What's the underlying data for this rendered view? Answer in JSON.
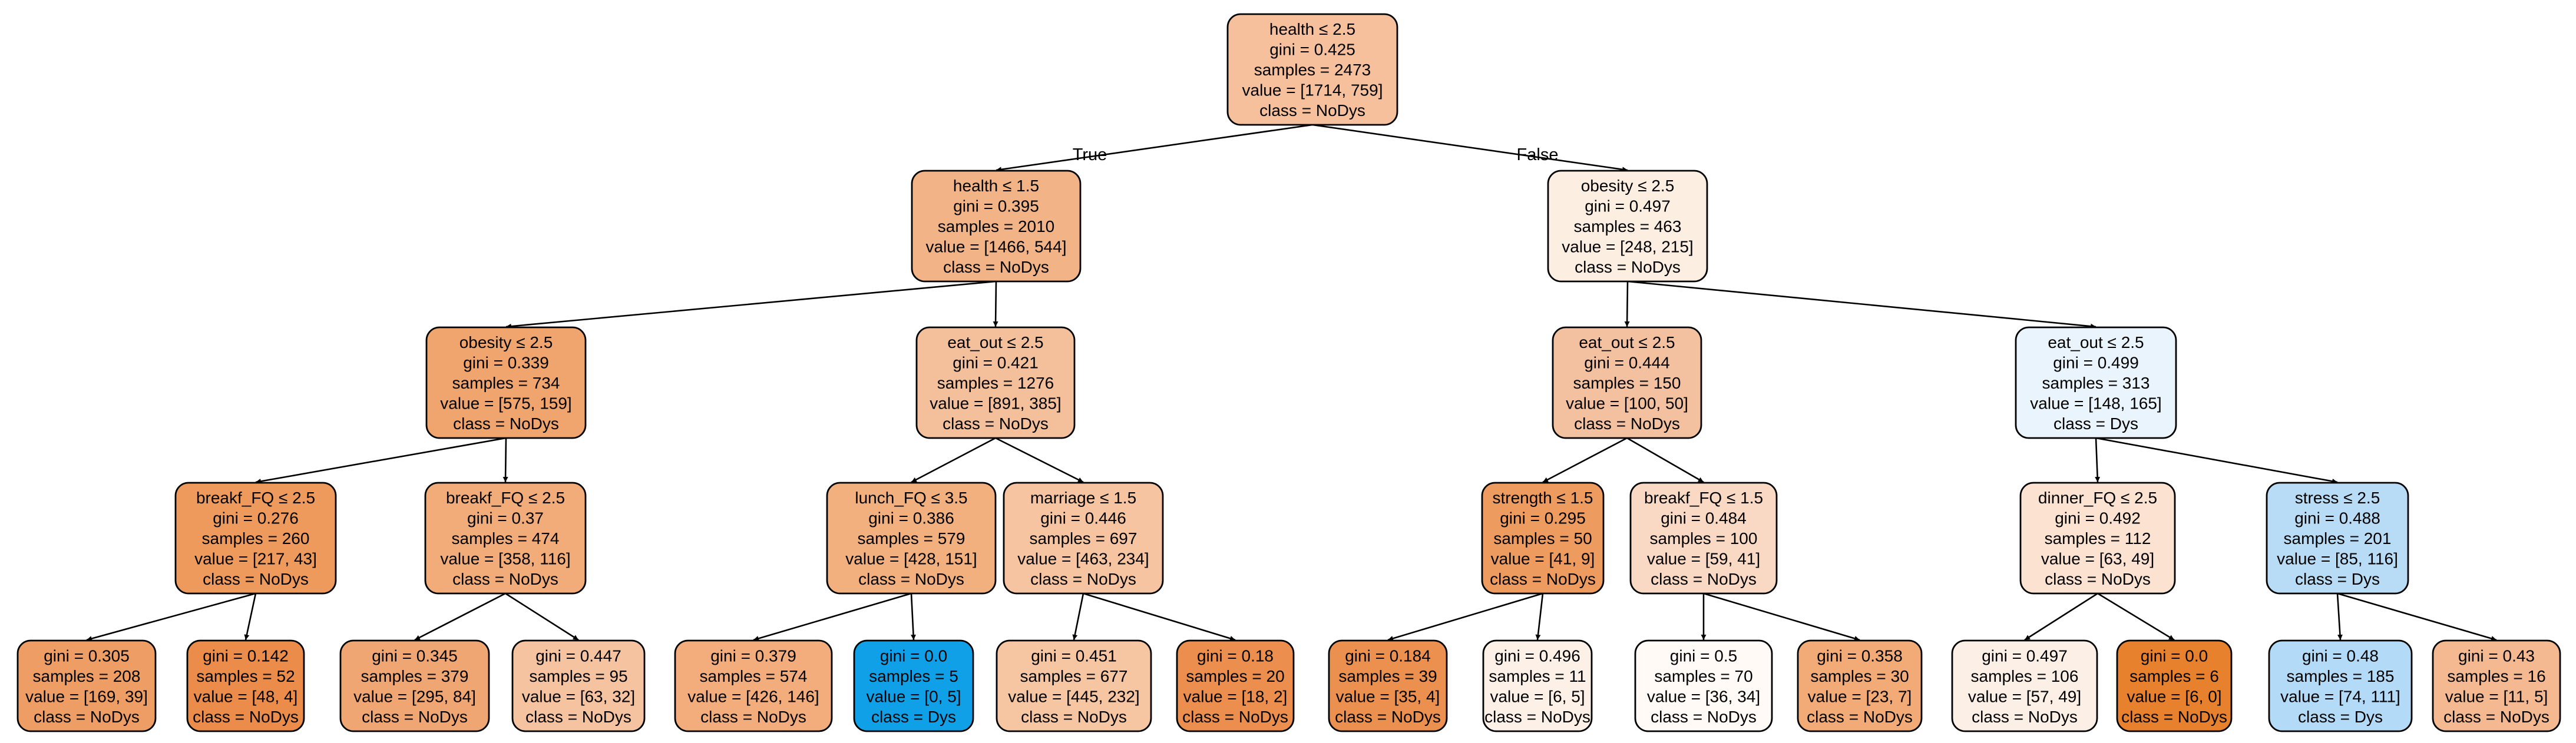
{
  "tree": {
    "branch_labels": {
      "left": "True",
      "right": "False"
    },
    "nodes": [
      {
        "id": "root",
        "lines": [
          "health ≤ 2.5",
          "gini = 0.425",
          "samples = 2473",
          "value = [1714, 759]",
          "class = NoDys"
        ],
        "fill": "#f6c09d"
      },
      {
        "id": "n1",
        "lines": [
          "health ≤ 1.5",
          "gini = 0.395",
          "samples = 2010",
          "value = [1466, 544]",
          "class = NoDys"
        ],
        "fill": "#f2b486"
      },
      {
        "id": "n2",
        "lines": [
          "obesity ≤ 2.5",
          "gini = 0.497",
          "samples = 463",
          "value = [248, 215]",
          "class = NoDys"
        ],
        "fill": "#fdeee2"
      },
      {
        "id": "n3",
        "lines": [
          "obesity ≤ 2.5",
          "gini = 0.339",
          "samples = 734",
          "value = [575, 159]",
          "class = NoDys"
        ],
        "fill": "#f0a46e"
      },
      {
        "id": "n4",
        "lines": [
          "eat_out ≤ 2.5",
          "gini = 0.421",
          "samples = 1276",
          "value = [891, 385]",
          "class = NoDys"
        ],
        "fill": "#f4c09b"
      },
      {
        "id": "n5",
        "lines": [
          "eat_out ≤ 2.5",
          "gini = 0.444",
          "samples = 150",
          "value = [100, 50]",
          "class = NoDys"
        ],
        "fill": "#f3c1a0"
      },
      {
        "id": "n6",
        "lines": [
          "eat_out ≤ 2.5",
          "gini = 0.499",
          "samples = 313",
          "value = [148, 165]",
          "class = Dys"
        ],
        "fill": "#eaf4fc"
      },
      {
        "id": "n7",
        "lines": [
          "breakf_FQ ≤ 2.5",
          "gini = 0.276",
          "samples = 260",
          "value = [217, 43]",
          "class = NoDys"
        ],
        "fill": "#ee9a5d"
      },
      {
        "id": "n8",
        "lines": [
          "breakf_FQ ≤ 2.5",
          "gini = 0.37",
          "samples = 474",
          "value = [358, 116]",
          "class = NoDys"
        ],
        "fill": "#f2ac79"
      },
      {
        "id": "n9",
        "lines": [
          "lunch_FQ ≤ 3.5",
          "gini = 0.386",
          "samples = 579",
          "value = [428, 151]",
          "class = NoDys"
        ],
        "fill": "#f3b07f"
      },
      {
        "id": "n10",
        "lines": [
          "marriage ≤ 1.5",
          "gini = 0.446",
          "samples = 697",
          "value = [463, 234]",
          "class = NoDys"
        ],
        "fill": "#f6c4a0"
      },
      {
        "id": "n11",
        "lines": [
          "strength ≤ 1.5",
          "gini = 0.295",
          "samples = 50",
          "value = [41, 9]",
          "class = NoDys"
        ],
        "fill": "#ee9b5f"
      },
      {
        "id": "n12",
        "lines": [
          "breakf_FQ ≤ 1.5",
          "gini = 0.484",
          "samples = 100",
          "value = [59, 41]",
          "class = NoDys"
        ],
        "fill": "#f9d9c3"
      },
      {
        "id": "n13",
        "lines": [
          "dinner_FQ ≤ 2.5",
          "gini = 0.492",
          "samples = 112",
          "value = [63, 49]",
          "class = NoDys"
        ],
        "fill": "#fce2d0"
      },
      {
        "id": "n14",
        "lines": [
          "stress ≤ 2.5",
          "gini = 0.488",
          "samples = 201",
          "value = [85, 116]",
          "class = Dys"
        ],
        "fill": "#b8dcf6"
      },
      {
        "id": "l1",
        "lines": [
          "gini = 0.305",
          "samples = 208",
          "value = [169, 39]",
          "class = NoDys"
        ],
        "fill": "#ee9e64"
      },
      {
        "id": "l2",
        "lines": [
          "gini = 0.142",
          "samples = 52",
          "value = [48, 4]",
          "class = NoDys"
        ],
        "fill": "#eb8c4a"
      },
      {
        "id": "l3",
        "lines": [
          "gini = 0.345",
          "samples = 379",
          "value = [295, 84]",
          "class = NoDys"
        ],
        "fill": "#f0a672"
      },
      {
        "id": "l4",
        "lines": [
          "gini = 0.447",
          "samples = 95",
          "value = [63, 32]",
          "class = NoDys"
        ],
        "fill": "#f6c3a0"
      },
      {
        "id": "l5",
        "lines": [
          "gini = 0.379",
          "samples = 574",
          "value = [426, 146]",
          "class = NoDys"
        ],
        "fill": "#f3ad7c"
      },
      {
        "id": "l6",
        "lines": [
          "gini = 0.0",
          "samples = 5",
          "value = [0, 5]",
          "class = Dys"
        ],
        "fill": "#10a0e8"
      },
      {
        "id": "l7",
        "lines": [
          "gini = 0.451",
          "samples = 677",
          "value = [445, 232]",
          "class = NoDys"
        ],
        "fill": "#f6c5a2"
      },
      {
        "id": "l8",
        "lines": [
          "gini = 0.18",
          "samples = 20",
          "value = [18, 2]",
          "class = NoDys"
        ],
        "fill": "#eb8e4e"
      },
      {
        "id": "l9",
        "lines": [
          "gini = 0.184",
          "samples = 39",
          "value = [35, 4]",
          "class = NoDys"
        ],
        "fill": "#ec904f"
      },
      {
        "id": "l10",
        "lines": [
          "gini = 0.496",
          "samples = 11",
          "value = [6, 5]",
          "class = NoDys"
        ],
        "fill": "#fdf0e6"
      },
      {
        "id": "l11",
        "lines": [
          "gini = 0.5",
          "samples = 70",
          "value = [36, 34]",
          "class = NoDys"
        ],
        "fill": "#fffaf6"
      },
      {
        "id": "l12",
        "lines": [
          "gini = 0.358",
          "samples = 30",
          "value = [23, 7]",
          "class = NoDys"
        ],
        "fill": "#f2ab76"
      },
      {
        "id": "l13",
        "lines": [
          "gini = 0.497",
          "samples = 106",
          "value = [57, 49]",
          "class = NoDys"
        ],
        "fill": "#fcefe5"
      },
      {
        "id": "l14",
        "lines": [
          "gini = 0.0",
          "samples = 6",
          "value = [6, 0]",
          "class = NoDys"
        ],
        "fill": "#e8812e"
      },
      {
        "id": "l15",
        "lines": [
          "gini = 0.48",
          "samples = 185",
          "value = [74, 111]",
          "class = Dys"
        ],
        "fill": "#b3daf7"
      },
      {
        "id": "l16",
        "lines": [
          "gini = 0.43",
          "samples = 16",
          "value = [11, 5]",
          "class = NoDys"
        ],
        "fill": "#f4b991"
      }
    ],
    "edges": [
      [
        "root",
        "n1"
      ],
      [
        "root",
        "n2"
      ],
      [
        "n1",
        "n3"
      ],
      [
        "n1",
        "n4"
      ],
      [
        "n2",
        "n5"
      ],
      [
        "n2",
        "n6"
      ],
      [
        "n3",
        "n7"
      ],
      [
        "n3",
        "n8"
      ],
      [
        "n4",
        "n9"
      ],
      [
        "n4",
        "n10"
      ],
      [
        "n5",
        "n11"
      ],
      [
        "n5",
        "n12"
      ],
      [
        "n6",
        "n13"
      ],
      [
        "n6",
        "n14"
      ],
      [
        "n7",
        "l1"
      ],
      [
        "n7",
        "l2"
      ],
      [
        "n8",
        "l3"
      ],
      [
        "n8",
        "l4"
      ],
      [
        "n9",
        "l5"
      ],
      [
        "n9",
        "l6"
      ],
      [
        "n10",
        "l7"
      ],
      [
        "n10",
        "l8"
      ],
      [
        "n11",
        "l9"
      ],
      [
        "n11",
        "l10"
      ],
      [
        "n12",
        "l11"
      ],
      [
        "n12",
        "l12"
      ],
      [
        "n13",
        "l13"
      ],
      [
        "n13",
        "l14"
      ],
      [
        "n14",
        "l15"
      ],
      [
        "n14",
        "l16"
      ]
    ]
  }
}
